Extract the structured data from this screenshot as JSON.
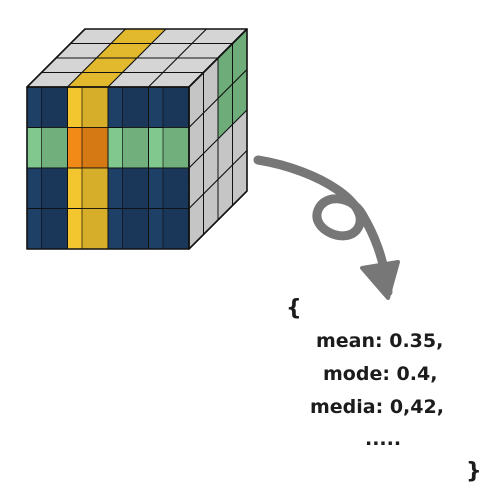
{
  "colors": {
    "navy": "#1e3f66",
    "yellow": "#f3c630",
    "green": "#80c88e",
    "orange": "#f28a17",
    "light_gray": "#e5e5e5",
    "arrow": "#777777",
    "outline": "#111111"
  },
  "cube": {
    "grid_size": 4,
    "front_rows": [
      [
        "navy",
        "yellow",
        "navy",
        "navy"
      ],
      [
        "green",
        "orange",
        "green",
        "green"
      ],
      [
        "navy",
        "yellow",
        "navy",
        "navy"
      ],
      [
        "navy",
        "yellow",
        "navy",
        "navy"
      ]
    ],
    "top_rows": [
      [
        "light_gray",
        "yellow",
        "light_gray",
        "light_gray"
      ],
      [
        "light_gray",
        "yellow",
        "light_gray",
        "light_gray"
      ],
      [
        "light_gray",
        "yellow",
        "light_gray",
        "light_gray"
      ],
      [
        "light_gray",
        "yellow",
        "light_gray",
        "light_gray"
      ]
    ],
    "side_rows": [
      [
        "light_gray",
        "light_gray",
        "green",
        "green"
      ],
      [
        "light_gray",
        "light_gray",
        "green",
        "green"
      ],
      [
        "light_gray",
        "light_gray",
        "light_gray",
        "light_gray"
      ],
      [
        "light_gray",
        "light_gray",
        "light_gray",
        "light_gray"
      ]
    ]
  },
  "arrow_icon": "curved-loop-arrow-icon",
  "stats": {
    "open_brace": "{",
    "mean": "mean: 0.35,",
    "mode": "mode: 0.4,",
    "media": "media: 0,42,",
    "ellipsis": ".....",
    "close_brace": "}"
  }
}
